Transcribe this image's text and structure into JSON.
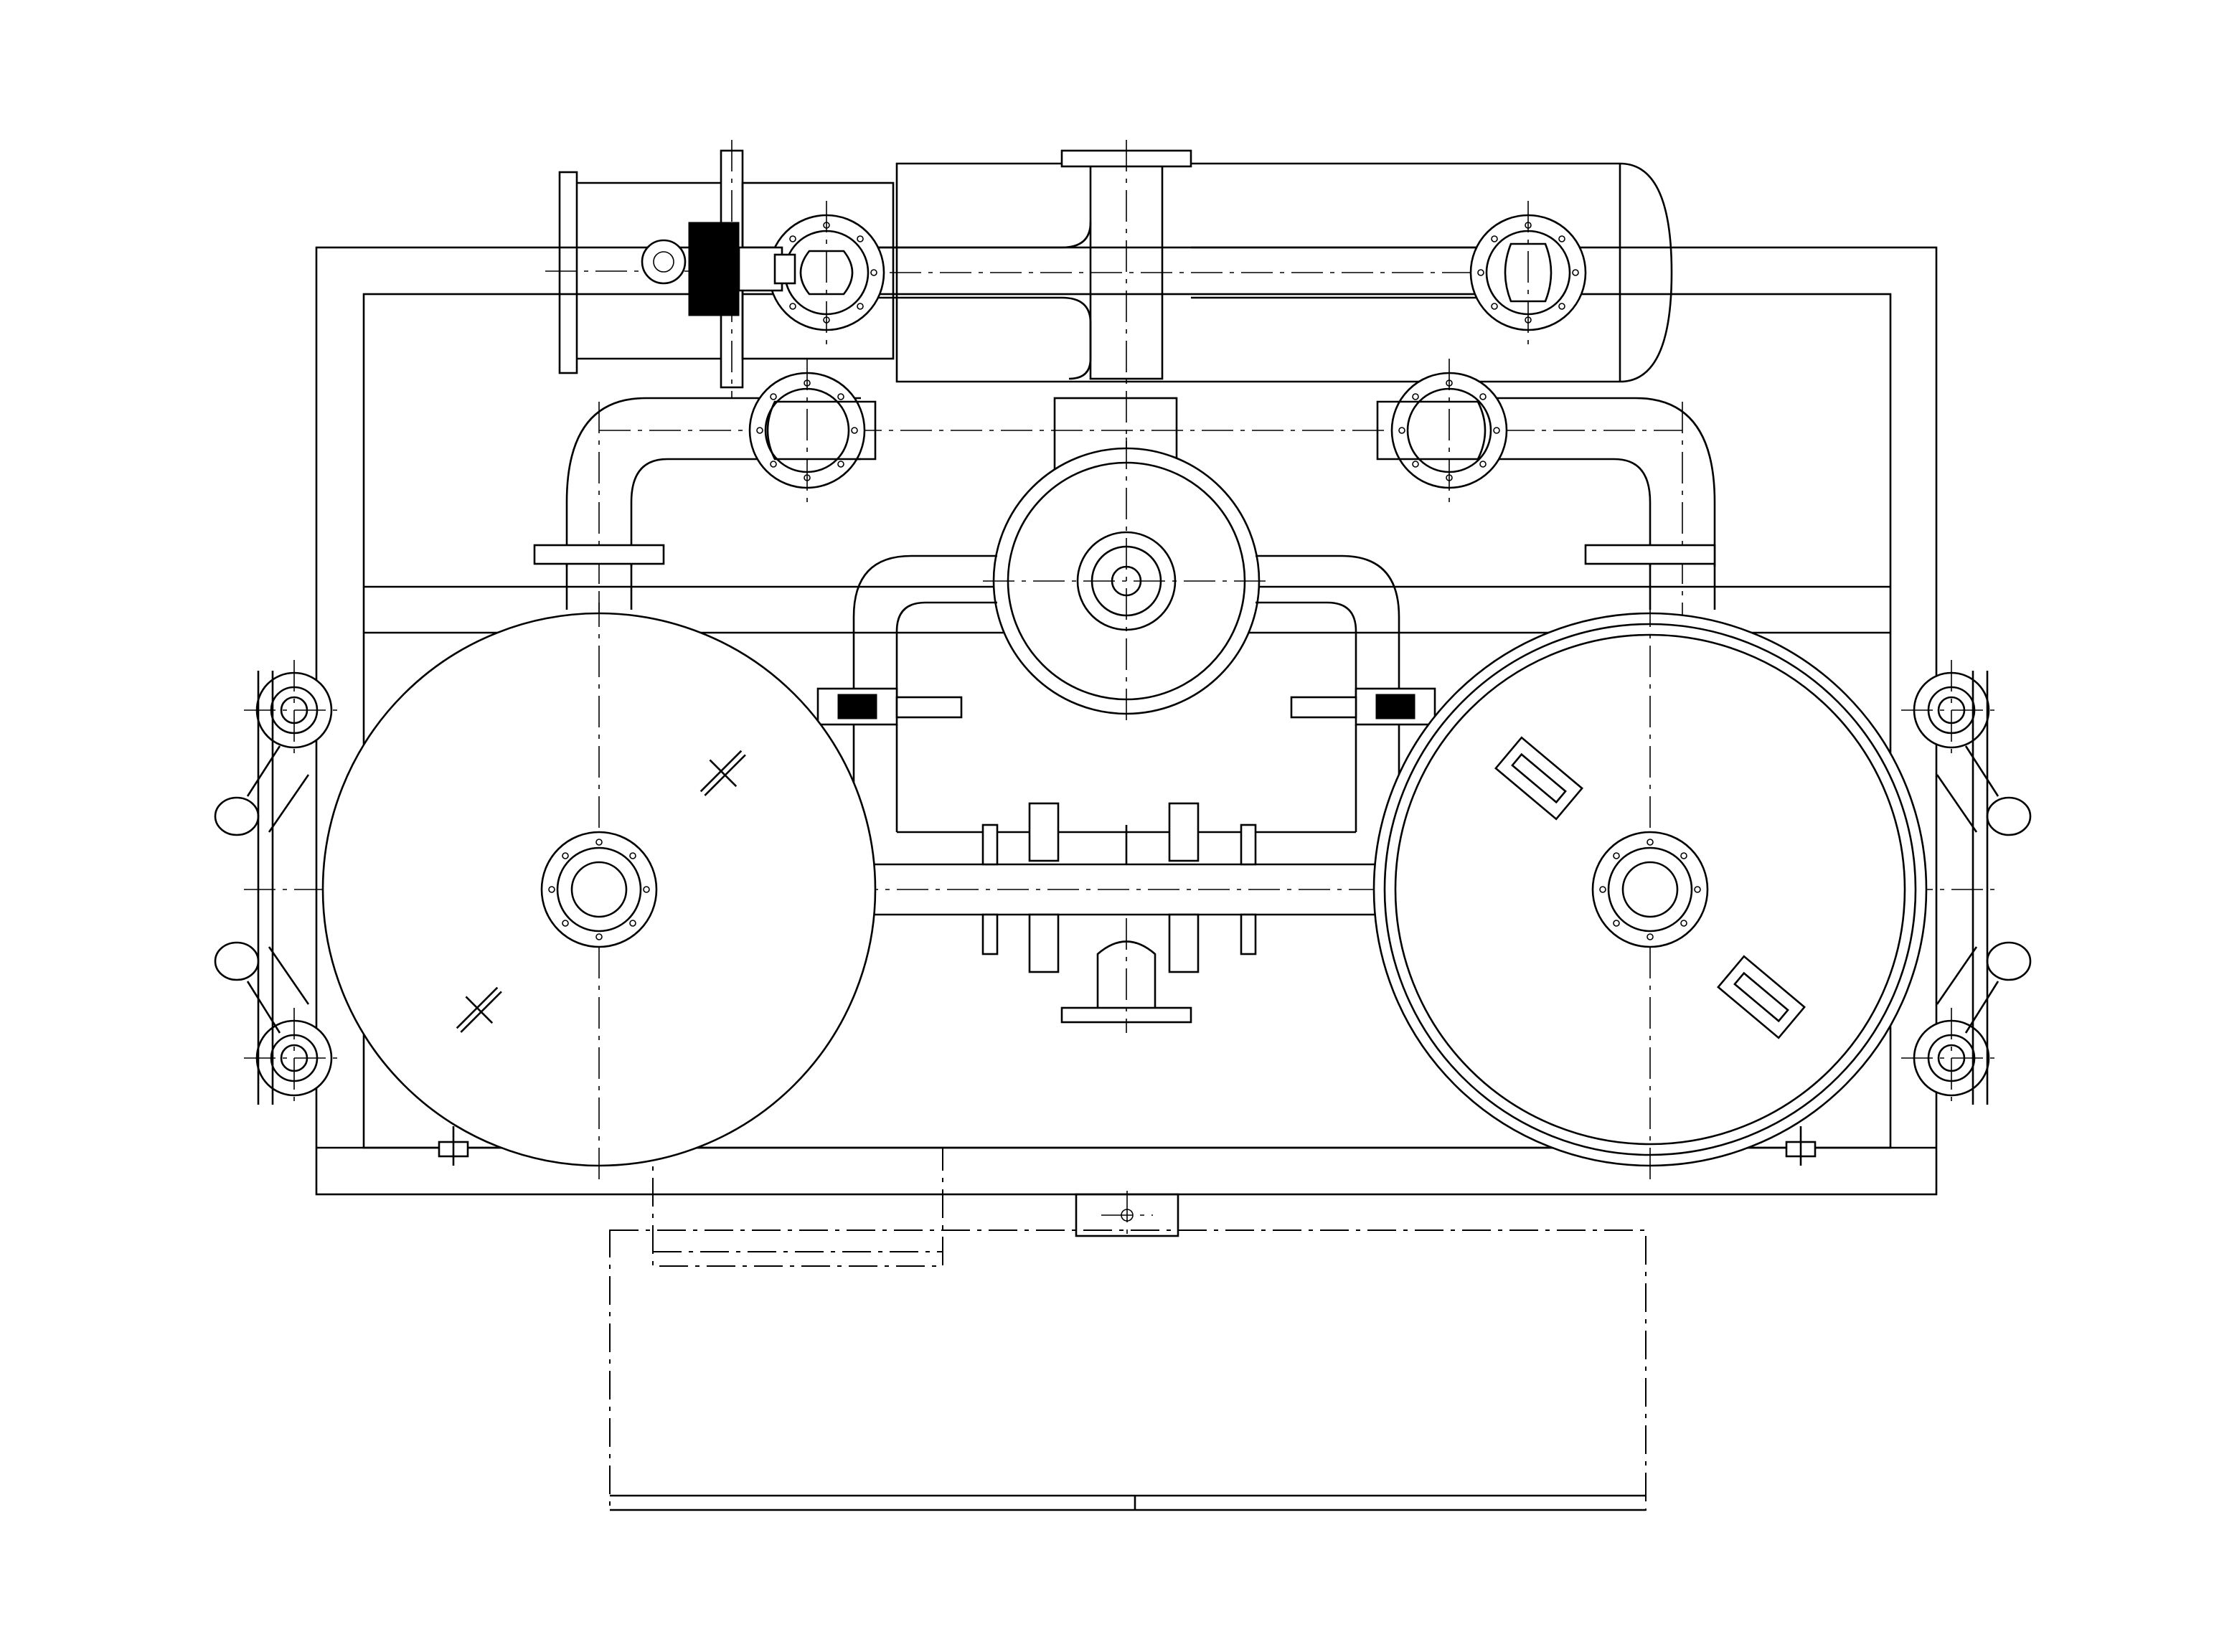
{
  "drawing": {
    "kind": "engineering-line-drawing",
    "view": "front elevation",
    "line_color": "#000000",
    "background_color": "#ffffff",
    "visible_text": []
  },
  "components": {
    "frame": "skid-frame",
    "left_vessel": "filter-vessel",
    "right_vessel": "filter-vessel",
    "top_vessel": "horizontal-tank",
    "inlet_valve": "butterfly-valve-with-actuator",
    "center_flange": "blind-flange",
    "base": "base-tank"
  }
}
